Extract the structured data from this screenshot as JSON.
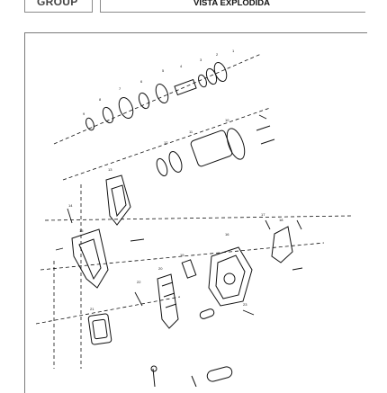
{
  "header": {
    "brand": "GROUP",
    "title": "VISTA EXPLODIDA"
  },
  "drawing": {
    "description_icon": "exploded-parts-diagram",
    "line_color": "#111111",
    "frame_color": "#7a7a7a"
  }
}
